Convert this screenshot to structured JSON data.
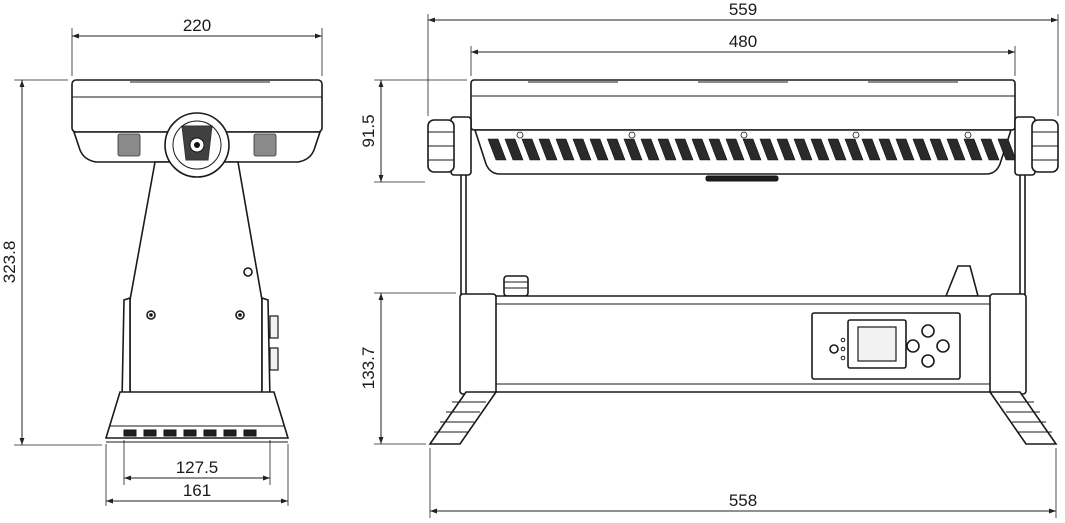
{
  "drawing": {
    "units": "mm",
    "dimensions": {
      "side_width_top": "220",
      "side_height": "323.8",
      "side_base_inner": "127.5",
      "side_base_outer": "161",
      "front_overall_width": "559",
      "front_head_width": "480",
      "front_head_height": "91.5",
      "front_base_height": "133.7",
      "front_base_width": "558"
    }
  }
}
